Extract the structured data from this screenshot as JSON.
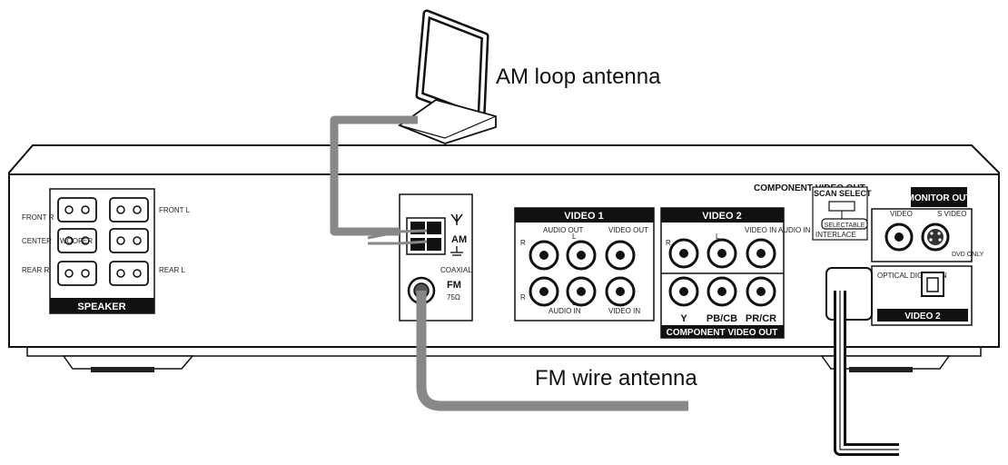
{
  "callouts": {
    "am_loop": "AM loop antenna",
    "fm_wire": "FM wire antenna"
  },
  "speaker_panel": {
    "title": "SPEAKER",
    "front_r": "FRONT R",
    "front_l": "FRONT L",
    "center": "CENTER",
    "woofer": "WOOFER",
    "rear_r": "REAR R",
    "rear_l": "REAR L"
  },
  "antenna_panel": {
    "am": "AM",
    "coaxial": "COAXIAL",
    "fm": "FM",
    "ohms": "75Ω"
  },
  "video1_panel": {
    "title": "VIDEO 1",
    "audio_out": "AUDIO OUT",
    "video_out": "VIDEO OUT",
    "audio_in": "AUDIO IN",
    "video_in": "VIDEO IN",
    "r": "R",
    "l": "L"
  },
  "video2_panel": {
    "title": "VIDEO 2",
    "video_in_audio_in": "VIDEO IN AUDIO IN",
    "r": "R",
    "l": "L"
  },
  "component_panel": {
    "header": "COMPONENT VIDEO OUT",
    "footer": "COMPONENT VIDEO OUT",
    "y": "Y",
    "pb": "PB/CB",
    "pr": "PR/CR"
  },
  "scan_panel": {
    "title": "SCAN SELECT",
    "progressive": "SELECTABLE",
    "interlace": "INTERLACE"
  },
  "monitor_panel": {
    "title": "MONITOR OUT",
    "s_video": "S VIDEO",
    "video": "VIDEO",
    "dvd_only": "DVD ONLY"
  },
  "optical_panel": {
    "label": "OPTICAL DIGITAL IN",
    "title": "VIDEO 2"
  }
}
